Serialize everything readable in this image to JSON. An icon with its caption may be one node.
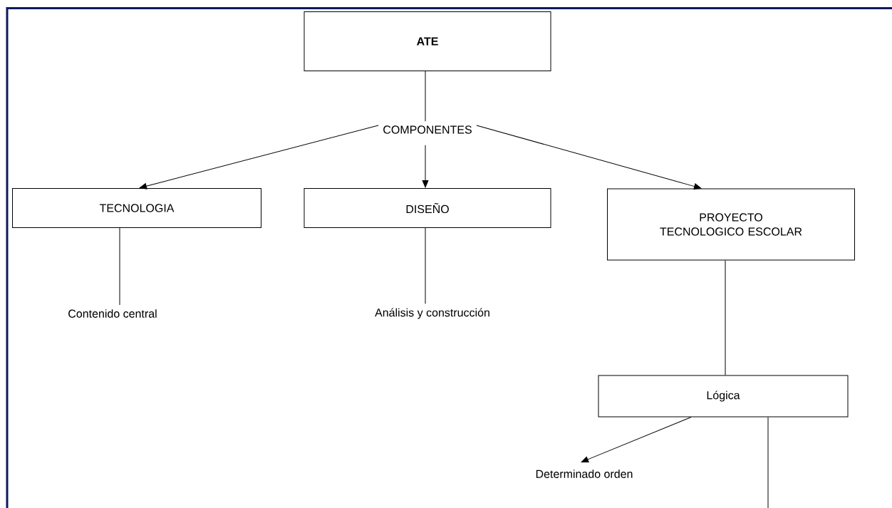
{
  "diagram": {
    "nodes": [
      {
        "text": [
          "ATE"
        ]
      },
      {
        "text": [
          "COMPONENTES"
        ]
      },
      {
        "text": [
          "TECNOLOGIA"
        ]
      },
      {
        "text": [
          "DISEÑO"
        ]
      },
      {
        "text": [
          "PROYECTO TECNOLOGICO ESCOLAR"
        ]
      },
      {
        "text": [
          "Contenido central"
        ]
      },
      {
        "text": [
          "Análisis y construcción"
        ]
      },
      {
        "text": [
          "Lógica"
        ]
      },
      {
        "text": [
          "Determinado orden"
        ]
      }
    ],
    "edges": [
      {
        "from": 0,
        "to": 1,
        "arrow": "none"
      },
      {
        "from": 1,
        "to": 2,
        "arrow": "to"
      },
      {
        "from": 1,
        "to": 3,
        "arrow": "to"
      },
      {
        "from": 1,
        "to": 4,
        "arrow": "to"
      },
      {
        "from": 2,
        "to": 5,
        "arrow": "none"
      },
      {
        "from": 3,
        "to": 6,
        "arrow": "none"
      },
      {
        "from": 4,
        "to": 7,
        "arrow": "none"
      },
      {
        "from": 7,
        "to": 8,
        "arrow": "to"
      },
      {
        "from": 7,
        "to": null,
        "arrow": "none"
      }
    ]
  }
}
